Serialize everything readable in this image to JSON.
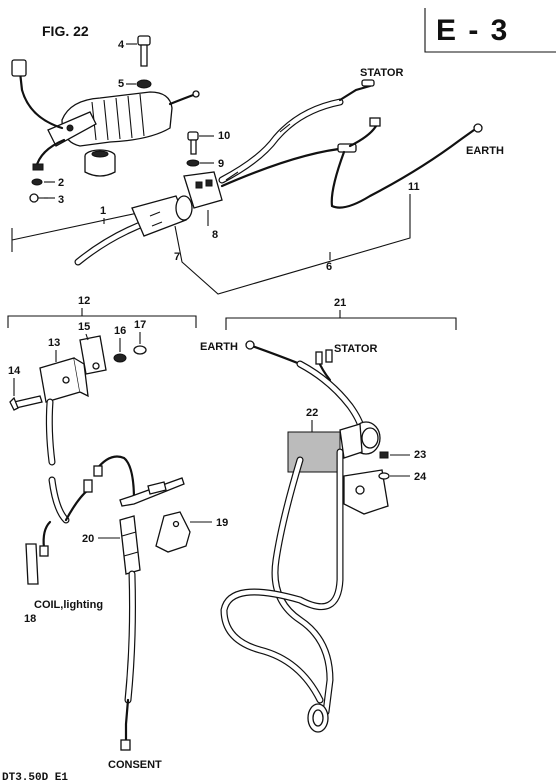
{
  "header": {
    "figure": "FIG. 22",
    "section_code": "E - 3",
    "model": "DT3.50D E1"
  },
  "captions": {
    "stator_top": "STATOR",
    "earth_top": "EARTH",
    "earth_bottom": "EARTH",
    "stator_bottom": "STATOR",
    "coil_lighting": "COIL,lighting",
    "consent": "CONSENT"
  },
  "part_numbers": {
    "p1": "1",
    "p2": "2",
    "p3": "3",
    "p4": "4",
    "p5": "5",
    "p6": "6",
    "p7": "7",
    "p8": "8",
    "p9": "9",
    "p10": "10",
    "p11": "11",
    "p12": "12",
    "p13": "13",
    "p14": "14",
    "p15": "15",
    "p16": "16",
    "p17": "17",
    "p18": "18",
    "p19": "19",
    "p20": "20",
    "p21": "21",
    "p22": "22",
    "p23": "23",
    "p24": "24"
  }
}
